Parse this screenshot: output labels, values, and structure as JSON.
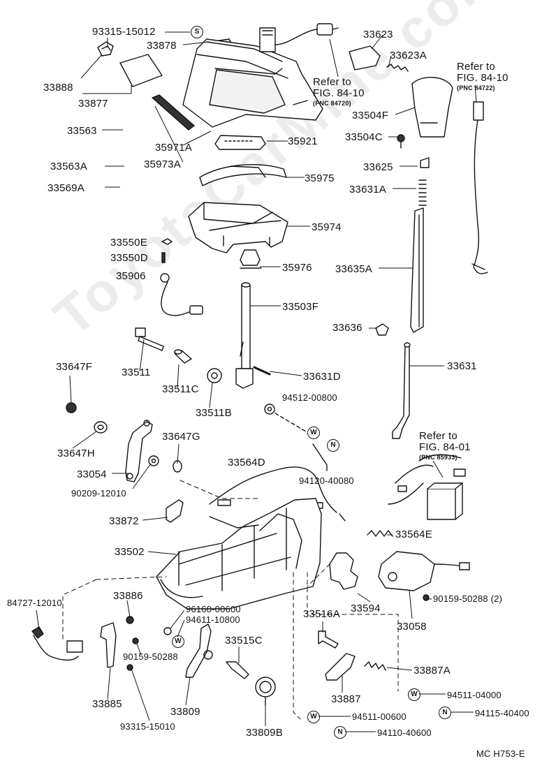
{
  "watermark": "ToyotaCarMine.com",
  "footer_code": "MC  H753-E",
  "symbols": {
    "s": "S",
    "w": "W",
    "n": "N"
  },
  "refs": {
    "r1": {
      "line1": "Refer to",
      "line2": "FIG. 84-10",
      "pnc": "(PNC 84720)"
    },
    "r2": {
      "line1": "Refer to",
      "line2": "FIG. 84-10",
      "pnc": "(PNC 84722)"
    },
    "r3": {
      "line1": "Refer to",
      "line2": "FIG. 84-01",
      "pnc": "(PNC 85933)"
    }
  },
  "labels": {
    "p93315_15012": "93315-15012",
    "p33878": "33878",
    "p33888": "33888",
    "p33877": "33877",
    "p33563": "33563",
    "p33563A": "33563A",
    "p33569A": "33569A",
    "p35971A": "35971A",
    "p35973A": "35973A",
    "p35921": "35921",
    "p35975": "35975",
    "p35974": "35974",
    "p33550E": "33550E",
    "p33550D": "33550D",
    "p35976": "35976",
    "p35906": "35906",
    "p33503F": "33503F",
    "p33511": "33511",
    "p33511C": "33511C",
    "p33511B": "33511B",
    "p33647F": "33647F",
    "p33647H": "33647H",
    "p33054": "33054",
    "p90209_12010": "90209-12010",
    "p33647G": "33647G",
    "p33631D": "33631D",
    "p94512_00800": "94512-00800",
    "p94120_40080": "94120-40080",
    "p33564D": "33564D",
    "p33872": "33872",
    "p33502": "33502",
    "p33623": "33623",
    "p33623A": "33623A",
    "p33504F": "33504F",
    "p33504C": "33504C",
    "p33625": "33625",
    "p33631A": "33631A",
    "p33635A": "33635A",
    "p33636": "33636",
    "p33631": "33631",
    "p33564E": "33564E",
    "p33594": "33594",
    "p33058": "33058",
    "p90159_50288_2": "90159-50288 (2)",
    "p84727_12010": "84727-12010",
    "p33886": "33886",
    "p96160_00600": "96160-00600",
    "p94611_10800": "94611-10800",
    "p90159_50288": "90159-50288",
    "p33885": "33885",
    "p93315_15010": "93315-15010",
    "p33809": "33809",
    "p33515C": "33515C",
    "p33809B": "33809B",
    "p33516A": "33516A",
    "p33887": "33887",
    "p33887A": "33887A",
    "p94511_04000": "94511-04000",
    "p94511_00600": "94511-00600",
    "p94115_40400": "94115-40400",
    "p94110_40600": "94110-40600"
  }
}
